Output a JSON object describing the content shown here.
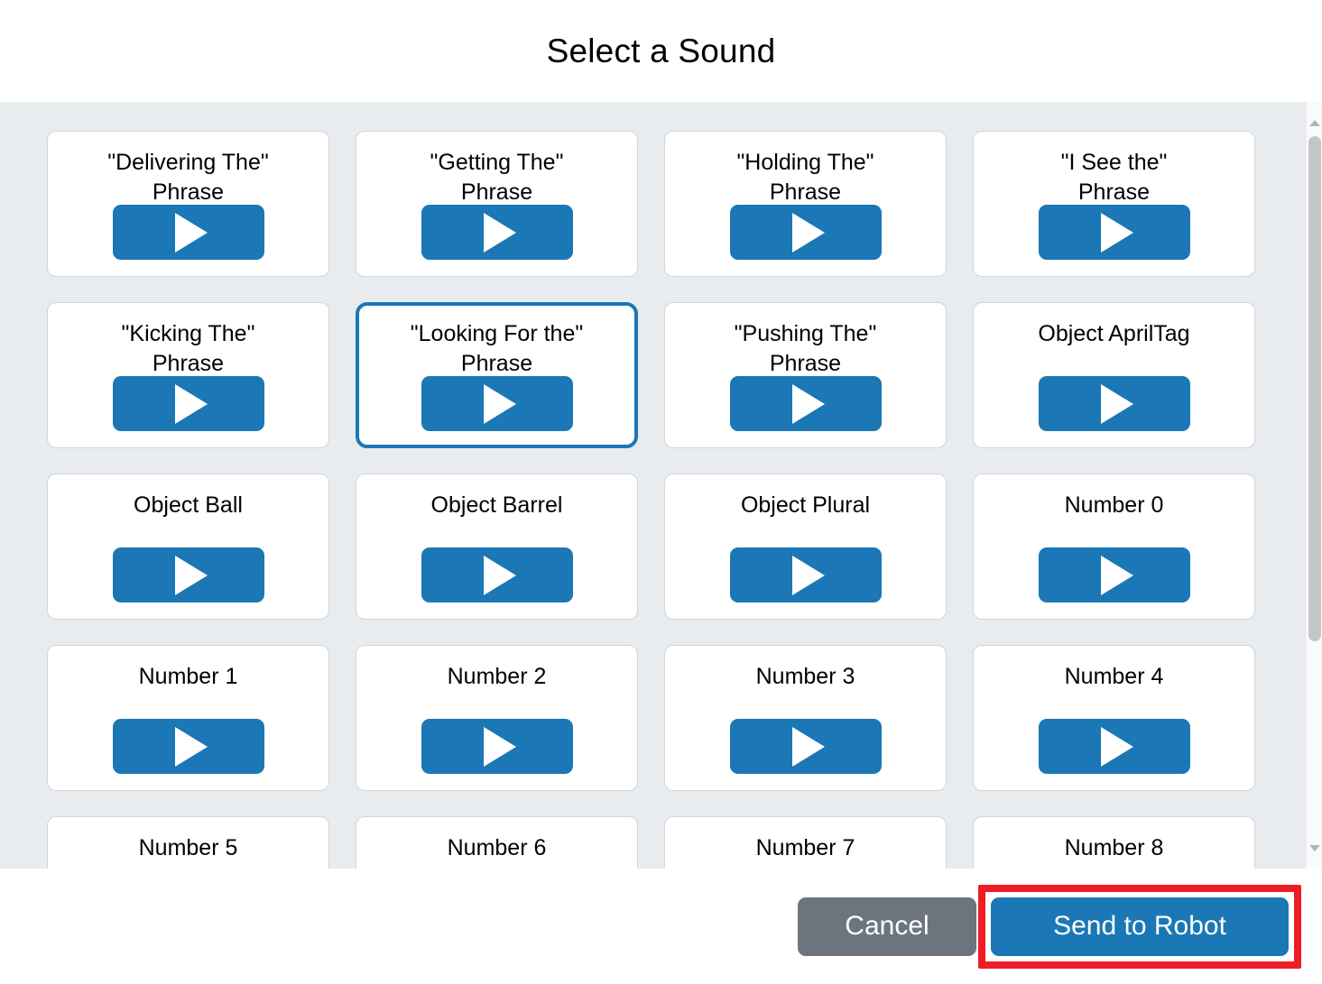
{
  "dialog": {
    "title": "Select a Sound"
  },
  "sounds": [
    {
      "label": "\"Delivering The\"\nPhrase",
      "selected": false,
      "play_icon": "play-icon"
    },
    {
      "label": "\"Getting The\"\nPhrase",
      "selected": false,
      "play_icon": "play-icon"
    },
    {
      "label": "\"Holding The\"\nPhrase",
      "selected": false,
      "play_icon": "play-icon"
    },
    {
      "label": "\"I See the\"\nPhrase",
      "selected": false,
      "play_icon": "play-icon"
    },
    {
      "label": "\"Kicking The\"\nPhrase",
      "selected": false,
      "play_icon": "play-icon"
    },
    {
      "label": "\"Looking For the\"\nPhrase",
      "selected": true,
      "play_icon": "play-icon"
    },
    {
      "label": "\"Pushing The\"\nPhrase",
      "selected": false,
      "play_icon": "play-icon"
    },
    {
      "label": "Object AprilTag",
      "selected": false,
      "play_icon": "play-icon"
    },
    {
      "label": "Object Ball",
      "selected": false,
      "play_icon": "play-icon"
    },
    {
      "label": "Object Barrel",
      "selected": false,
      "play_icon": "play-icon"
    },
    {
      "label": "Object Plural",
      "selected": false,
      "play_icon": "play-icon"
    },
    {
      "label": "Number 0",
      "selected": false,
      "play_icon": "play-icon"
    },
    {
      "label": "Number 1",
      "selected": false,
      "play_icon": "play-icon"
    },
    {
      "label": "Number 2",
      "selected": false,
      "play_icon": "play-icon"
    },
    {
      "label": "Number 3",
      "selected": false,
      "play_icon": "play-icon"
    },
    {
      "label": "Number 4",
      "selected": false,
      "play_icon": "play-icon"
    },
    {
      "label": "Number 5",
      "selected": false,
      "play_icon": "play-icon"
    },
    {
      "label": "Number 6",
      "selected": false,
      "play_icon": "play-icon"
    },
    {
      "label": "Number 7",
      "selected": false,
      "play_icon": "play-icon"
    },
    {
      "label": "Number 8",
      "selected": false,
      "play_icon": "play-icon"
    }
  ],
  "scrollbar": {
    "up_icon": "chevron-up-icon",
    "down_icon": "chevron-down-icon"
  },
  "footer": {
    "cancel_label": "Cancel",
    "send_label": "Send to Robot"
  },
  "colors": {
    "accent_blue": "#1b77b5",
    "cancel_gray": "#6c757d",
    "body_background": "#e9ecef",
    "card_background": "#ffffff",
    "card_border": "#d2d4d8",
    "annotation_red": "#ee1c25"
  }
}
